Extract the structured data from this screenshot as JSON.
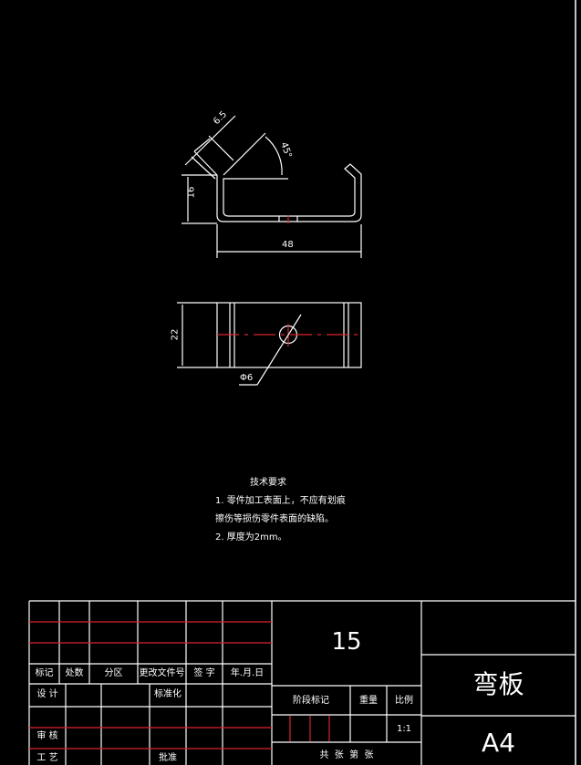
{
  "drawing": {
    "part_name": "弯板",
    "sheet_size": "A4",
    "drawing_number": "15",
    "scale": "1:1",
    "colors": {
      "background": "#000000",
      "line": "#ffffff",
      "centerline": "#d9232e",
      "grid_dot": "#1f5a1f"
    }
  },
  "front_view": {
    "dimensions": {
      "height": "16",
      "width": "48",
      "flange": "6.5",
      "angle": "45°"
    }
  },
  "top_view": {
    "dimensions": {
      "width": "22",
      "hole": "Φ6"
    }
  },
  "technical_requirements": {
    "title": "技术要求",
    "lines": [
      "1. 零件加工表面上，不应有划痕",
      "擦伤等损伤零件表面的缺陷。",
      "2. 厚度为2mm。"
    ]
  },
  "title_block": {
    "revision_headers": [
      "标记",
      "处数",
      "分区",
      "更改文件号",
      "签 字",
      "年.月.日"
    ],
    "roles": {
      "design": "设 计",
      "standardization": "标准化",
      "review": "审 核",
      "process": "工 艺",
      "approve": "批准"
    },
    "stage_mark": "阶段标记",
    "weight": "重量",
    "scale_label": "比例",
    "sheet_info": "共  张  第  张"
  }
}
